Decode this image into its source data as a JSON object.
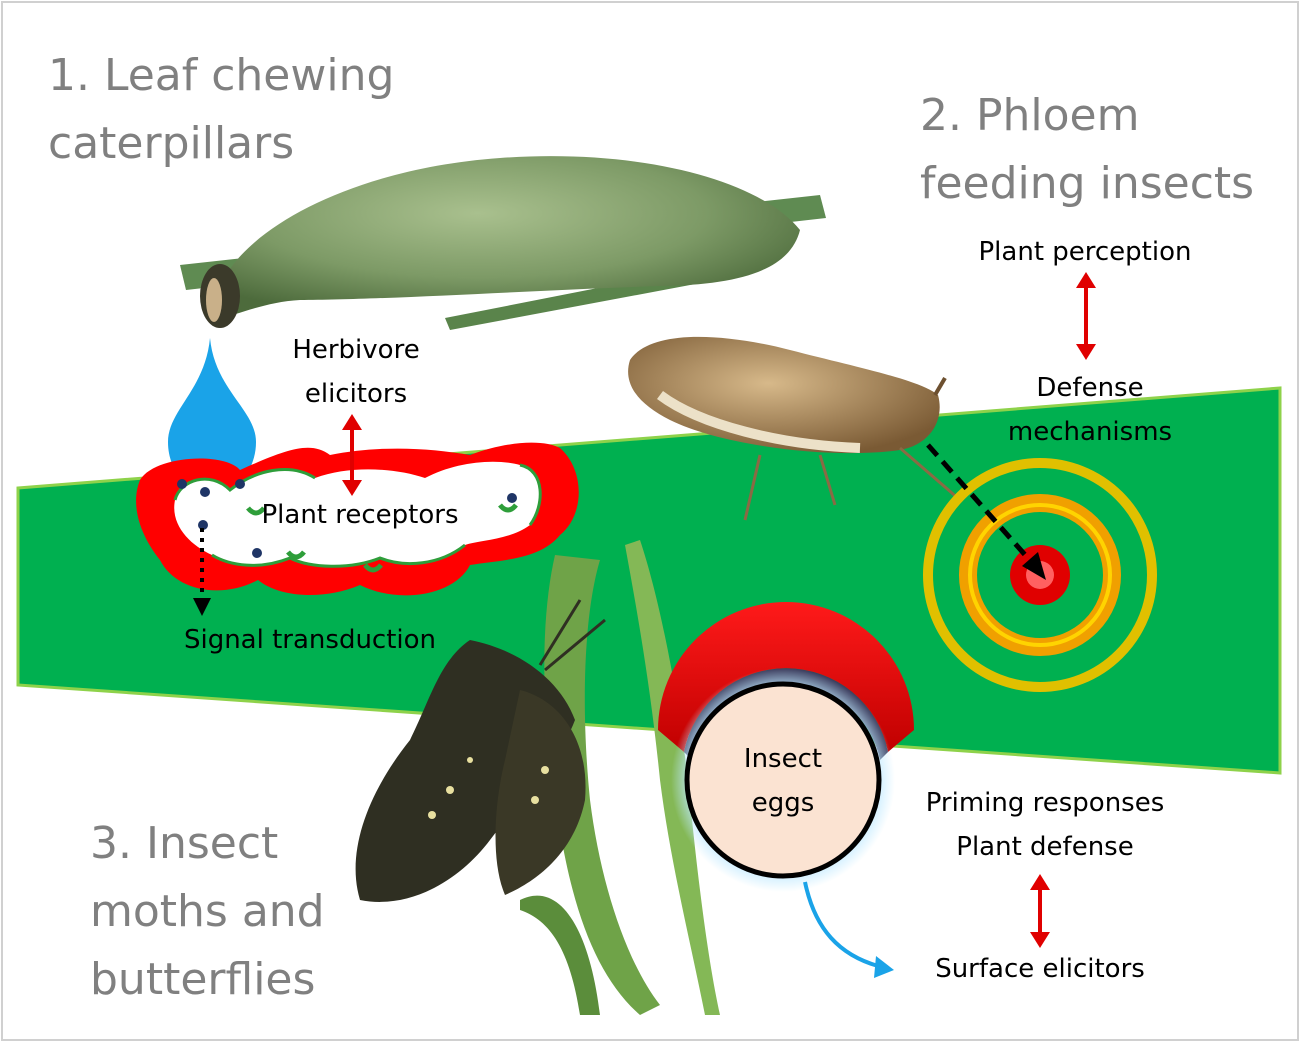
{
  "sections": [
    {
      "lines": [
        "1. Leaf chewing",
        "caterpillars"
      ]
    },
    {
      "lines": [
        "2. Phloem",
        "feeding insects"
      ]
    },
    {
      "lines": [
        "3. Insect",
        "moths and",
        "butterflies"
      ]
    }
  ],
  "labels": {
    "herbivore_elicitors": [
      "Herbivore",
      "elicitors"
    ],
    "plant_receptors": "Plant receptors",
    "signal_transduction": "Signal transduction",
    "plant_perception": "Plant perception",
    "defense_mechanisms": [
      "Defense",
      "mechanisms"
    ],
    "insect_eggs": [
      "Insect",
      "eggs"
    ],
    "priming_responses": [
      "Priming responses",
      "Plant defense"
    ],
    "surface_elicitors": "Surface elicitors"
  },
  "colors": {
    "leaf_green": "#00b050",
    "leaf_border": "#8ed24a",
    "receptor_red": "#ff0000",
    "arrow_red": "#e00000",
    "droplet_blue": "#1aa3e8",
    "egg_fill": "#fbe3d2",
    "egg_glow": "#bfe9ff",
    "target_gold": "#e0c000",
    "target_orange": "#f0a000",
    "title_gray": "#808080"
  }
}
